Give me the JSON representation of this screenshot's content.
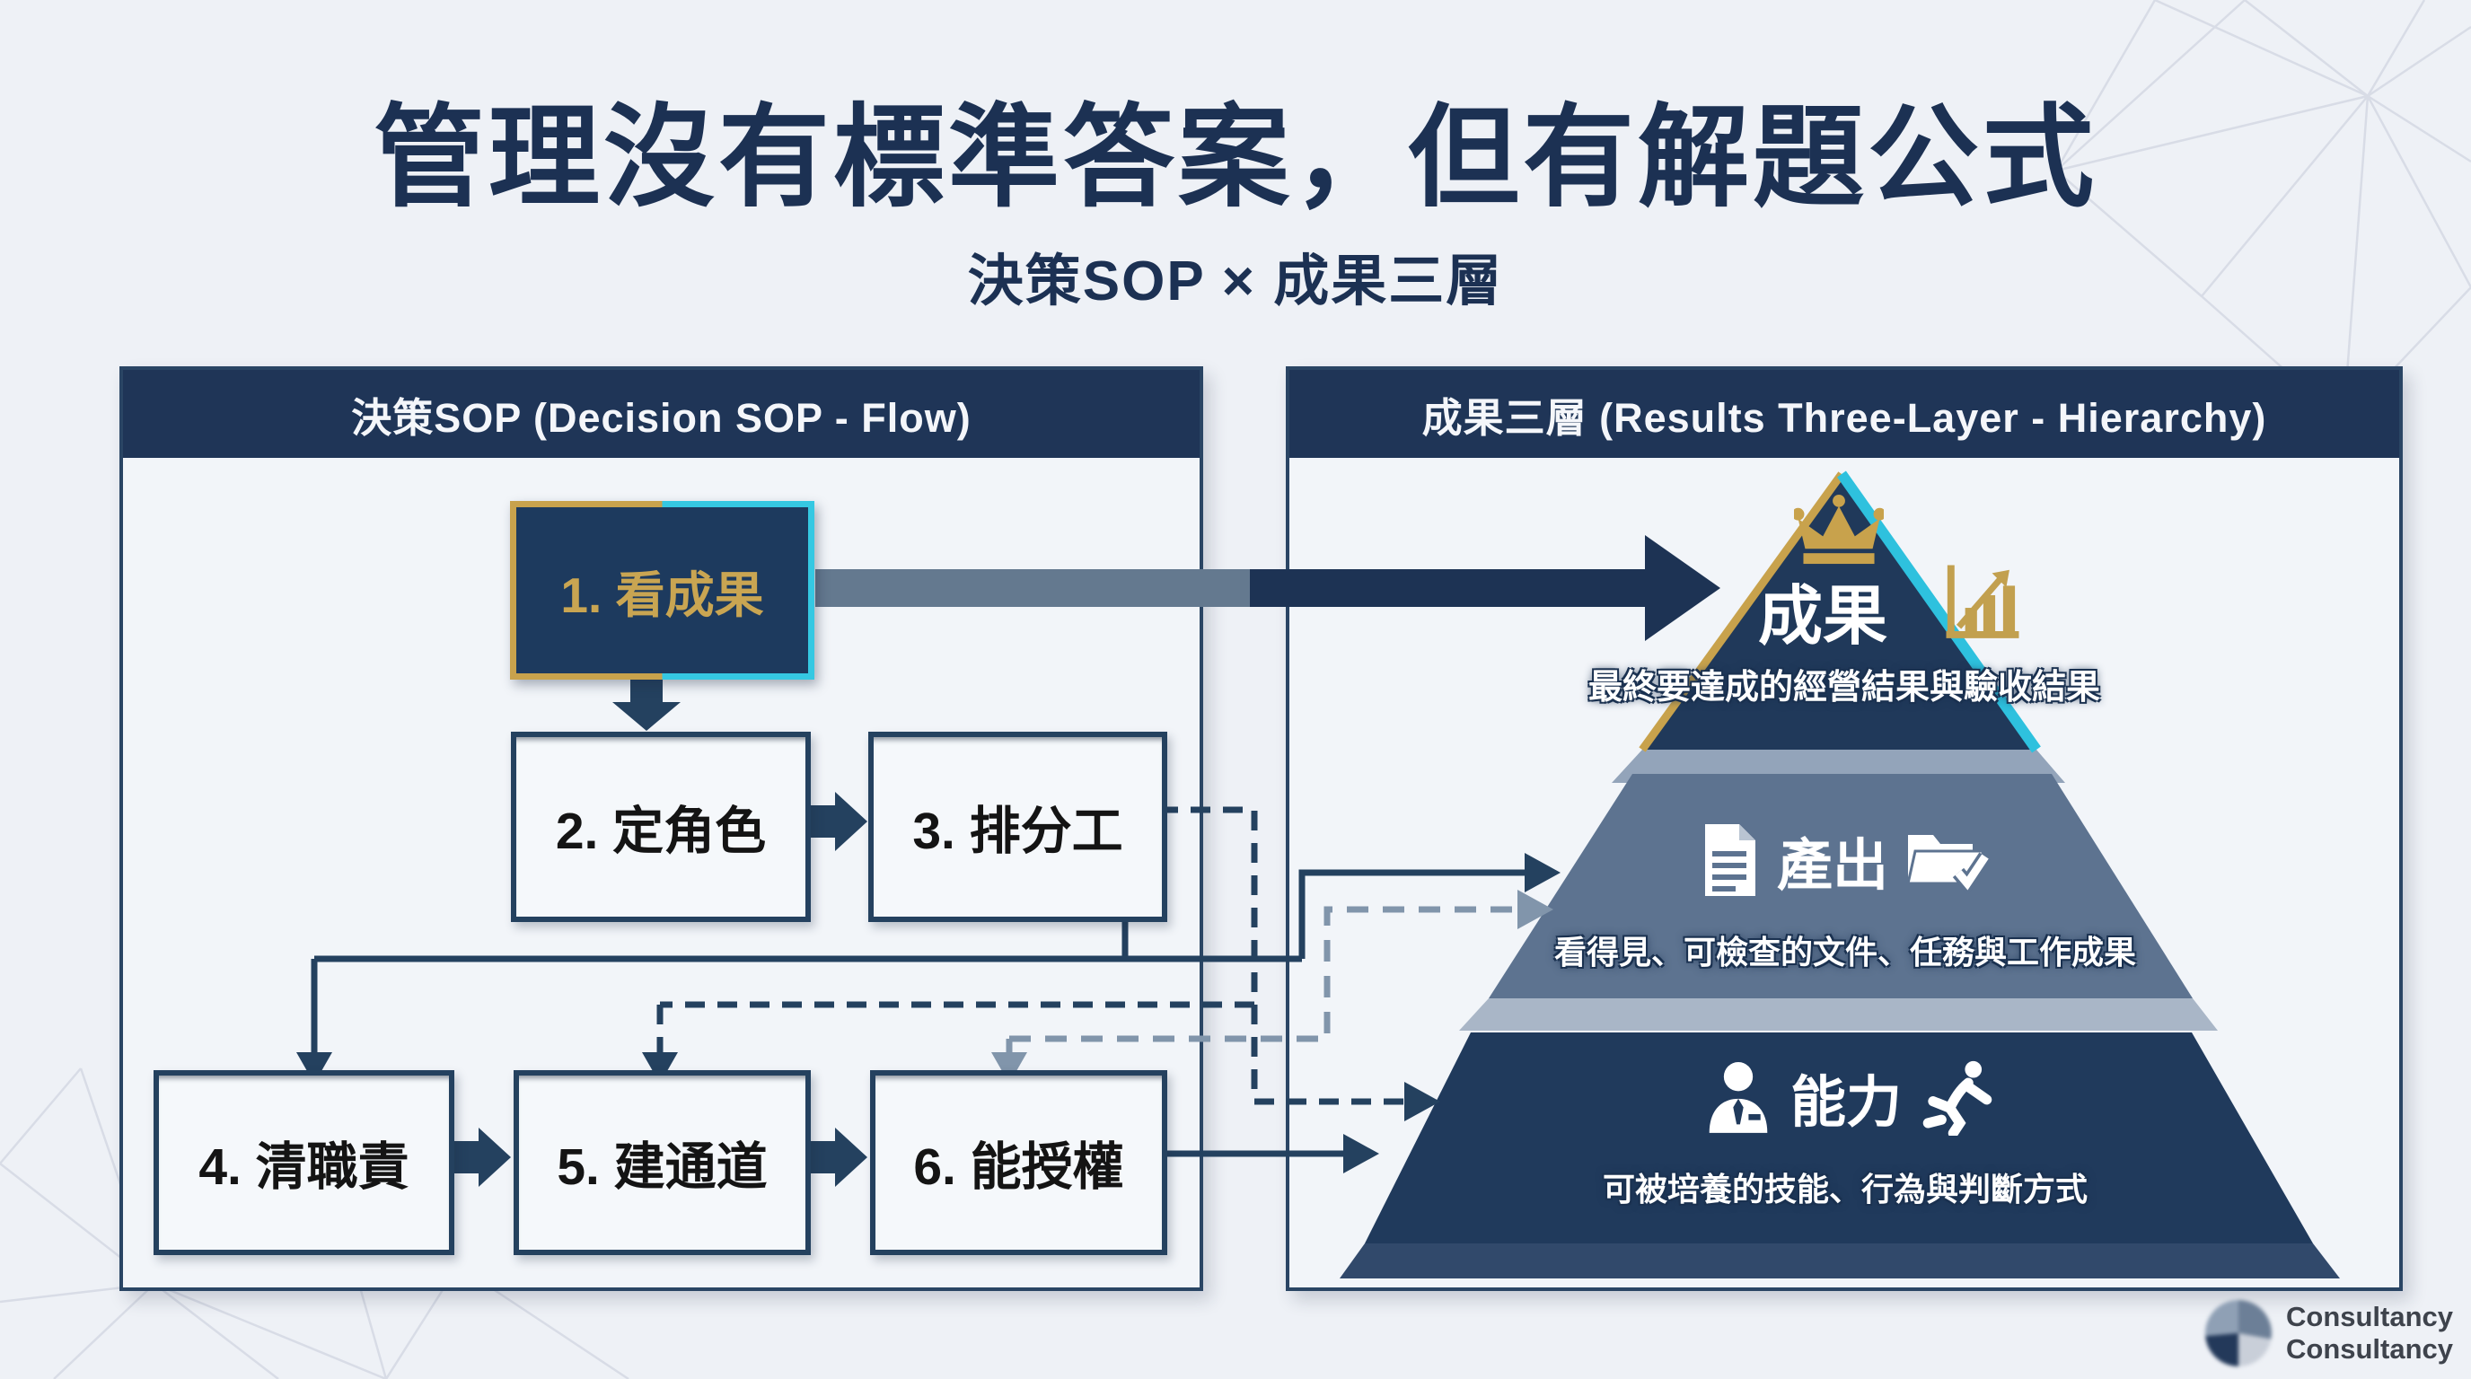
{
  "title": "管理沒有標準答案，但有解題公式",
  "subtitle": "決策SOP × 成果三層",
  "left_panel": {
    "header": "決策SOP (Decision SOP - Flow)",
    "steps": [
      {
        "label": "1. 看成果"
      },
      {
        "label": "2. 定角色"
      },
      {
        "label": "3. 排分工"
      },
      {
        "label": "4. 清職責"
      },
      {
        "label": "5. 建通道"
      },
      {
        "label": "6. 能授權"
      }
    ]
  },
  "right_panel": {
    "header": "成果三層 (Results Three-Layer - Hierarchy)",
    "layers": [
      {
        "name": "成果",
        "description": "最終要達成的經營結果與驗收結果",
        "icons": [
          "crown-icon",
          "bar-chart-icon"
        ]
      },
      {
        "name": "產出",
        "description": "看得見、可檢查的文件、任務與工作成果",
        "icons": [
          "document-icon",
          "folder-check-icon"
        ]
      },
      {
        "name": "能力",
        "description": "可被培養的技能、行為與判斷方式",
        "icons": [
          "person-icon",
          "runner-icon"
        ]
      }
    ]
  },
  "footer": {
    "brand_line1": "Consultancy",
    "brand_line2": "Consultancy"
  },
  "colors": {
    "navy": "#1f3557",
    "gold": "#c8a24c",
    "cyan": "#35c8e2",
    "slate": "#5d7390",
    "dashed_gray": "#8195ab",
    "background": "#eef1f6"
  }
}
